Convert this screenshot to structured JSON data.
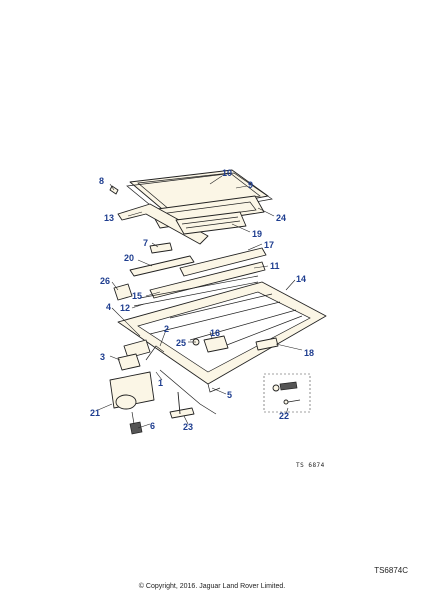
{
  "callouts": [
    "10",
    "8",
    "9",
    "13",
    "24",
    "19",
    "7",
    "17",
    "20",
    "11",
    "26",
    "14",
    "15",
    "12",
    "4",
    "2",
    "16",
    "25",
    "3",
    "18",
    "1",
    "5",
    "21",
    "22",
    "6",
    "23"
  ],
  "drawing_ref": "TS 6874",
  "doc_id": "TS6874C",
  "copyright": "© Copyright, 2016. Jaguar Land Rover Limited."
}
